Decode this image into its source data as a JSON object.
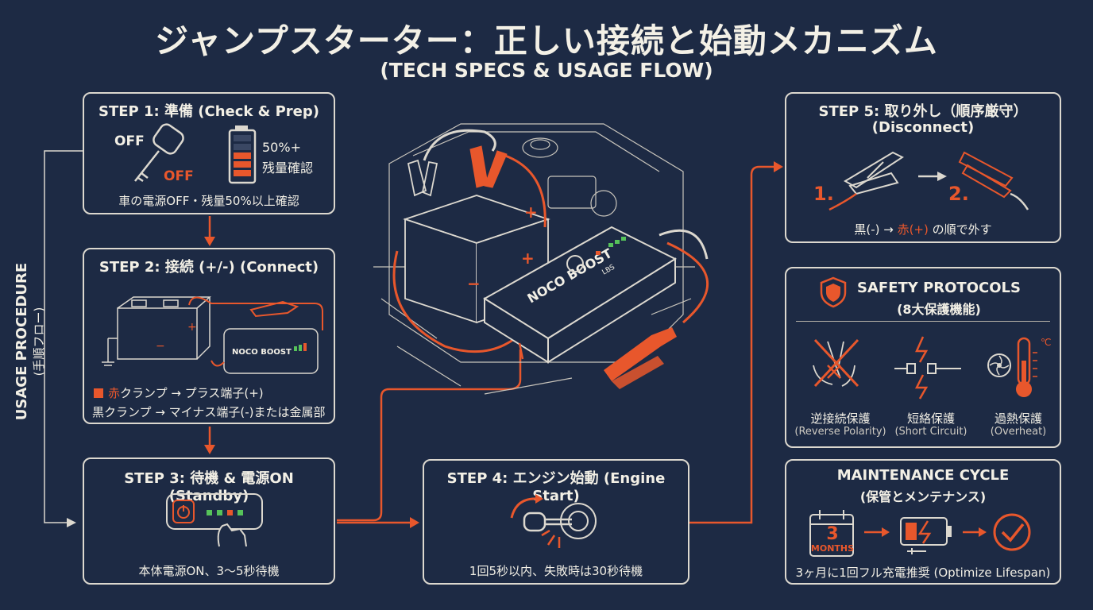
{
  "header": {
    "title": "ジャンプスターター：正しい接続と始動メカニズム",
    "subtitle": "(TECH SPECS & USAGE FLOW)"
  },
  "side_label": {
    "line1": "USAGE PROCEDURE",
    "line2": "(手順フロー)"
  },
  "step1": {
    "title": "STEP 1: 準備 (Check & Prep)",
    "off_label": "OFF",
    "off_label_red": "OFF",
    "battery_text_1": "50%+",
    "battery_text_2": "残量確認",
    "caption": "車の電源OFF・残量50%以上確認"
  },
  "step2": {
    "title": "STEP 2: 接続 (+/-) (Connect)",
    "device_label": "NOCO BOOST",
    "line1_red": "赤",
    "line1_rest": "クランプ → プラス端子(+)",
    "line2": "黒クランプ → マイナス端子(-)または金属部"
  },
  "step3": {
    "title": "STEP 3: 待機 & 電源ON (Standby)",
    "caption": "本体電源ON、3〜5秒待機"
  },
  "step4": {
    "title": "STEP 4: エンジン始動 (Engine Start)",
    "caption": "1回5秒以内、失敗時は30秒待機"
  },
  "step5": {
    "title_1": "STEP 5: 取り外し（順序厳守）",
    "title_2": "(Disconnect)",
    "num1": "1.",
    "num2": "2.",
    "caption_a": "黒(-) → ",
    "caption_red": "赤(+)",
    "caption_b": " の順で外す"
  },
  "safety": {
    "title": "SAFETY PROTOCOLS",
    "subtitle": "(8大保護機能)",
    "temp_unit": "℃",
    "items": [
      {
        "label": "逆接続保護",
        "sub": "(Reverse Polarity)",
        "icon": "reverse-polarity-icon"
      },
      {
        "label": "短絡保護",
        "sub": "(Short Circuit)",
        "icon": "short-circuit-icon"
      },
      {
        "label": "過熱保護",
        "sub": "(Overheat)",
        "icon": "overheat-icon"
      }
    ]
  },
  "maintenance": {
    "title": "MAINTENANCE CYCLE",
    "subtitle": "(保管とメンテナンス)",
    "calendar_num": "3",
    "calendar_unit": "MONTHS",
    "caption": "3ヶ月に1回フル充電推奨 (Optimize Lifespan)"
  },
  "illustration": {
    "brand": "NOCO BOOST",
    "brand_small": "LBS"
  },
  "colors": {
    "background": "#1d2a44",
    "line": "#dcd8cf",
    "accent": "#e8572c",
    "led_green": "#56c35a"
  }
}
